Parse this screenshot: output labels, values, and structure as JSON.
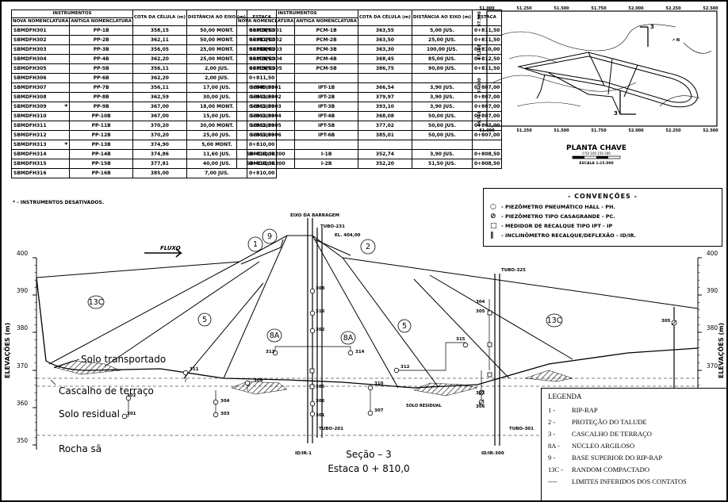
{
  "table_left": {
    "header": {
      "instrumentos": "INSTRUMENTOS",
      "nova": "NOVA NOMENCLATURA",
      "antiga": "ANTIGA NOMENCLATURA",
      "cota": "COTA DA CÉLULA (m)",
      "distancia": "DISTÂNCIA AO EIXO (m)",
      "estaca": "ESTACA"
    },
    "rows": [
      {
        "nova": "SBMDFH301",
        "mark": "",
        "antiga": "PP-1B",
        "cota": "358,15",
        "dist": "50,00 MONT.",
        "estaca": "0+809,50"
      },
      {
        "nova": "SBMDFH302",
        "mark": "",
        "antiga": "PP-2B",
        "cota": "362,11",
        "dist": "50,00 MONT.",
        "estaca": "0+811,50"
      },
      {
        "nova": "SBMDFH303",
        "mark": "",
        "antiga": "PP-3B",
        "cota": "356,05",
        "dist": "25,00 MONT.",
        "estaca": "0+810,00"
      },
      {
        "nova": "SBMDFH304",
        "mark": "",
        "antiga": "PP-4B",
        "cota": "362,20",
        "dist": "25,00 MONT.",
        "estaca": "0+809,50"
      },
      {
        "nova": "SBMDFH305",
        "mark": "",
        "antiga": "PP-5B",
        "cota": "356,11",
        "dist": "2,00 JUS.",
        "estaca": "0+809,50"
      },
      {
        "nova": "SBMDFH306",
        "mark": "",
        "antiga": "PP-6B",
        "cota": "362,20",
        "dist": "2,00 JUS.",
        "estaca": "0+811,50"
      },
      {
        "nova": "SBMDFH307",
        "mark": "",
        "antiga": "PP-7B",
        "cota": "356,11",
        "dist": "17,00 JUS.",
        "estaca": "0+809,50"
      },
      {
        "nova": "SBMDFH308",
        "mark": "",
        "antiga": "PP-8B",
        "cota": "362,59",
        "dist": "30,00 JUS.",
        "estaca": "0+811,50"
      },
      {
        "nova": "SBMDFH309",
        "mark": "*",
        "antiga": "PP-9B",
        "cota": "367,00",
        "dist": "18,00 MONT.",
        "estaca": "0+811,50"
      },
      {
        "nova": "SBMDFH310",
        "mark": "",
        "antiga": "PP-10B",
        "cota": "367,00",
        "dist": "15,00 JUS.",
        "estaca": "0+811,50"
      },
      {
        "nova": "SBMDFH311",
        "mark": "",
        "antiga": "PP-11B",
        "cota": "370,20",
        "dist": "30,00 MONT.",
        "estaca": "0+811,50"
      },
      {
        "nova": "SBMDFH312",
        "mark": "",
        "antiga": "PP-12B",
        "cota": "370,20",
        "dist": "25,00 JUS.",
        "estaca": "0+811,50"
      },
      {
        "nova": "SBMDFH313",
        "mark": "*",
        "antiga": "PP-13B",
        "cota": "374,90",
        "dist": "5,00 MONT.",
        "estaca": "0+810,00"
      },
      {
        "nova": "SBMDFH314",
        "mark": "",
        "antiga": "PP-14B",
        "cota": "374,86",
        "dist": "11,60 JUS.",
        "estaca": "0+810,00"
      },
      {
        "nova": "SBMDFH315",
        "mark": "",
        "antiga": "PP-15B",
        "cota": "377,81",
        "dist": "40,00 JUS.",
        "estaca": "0+810,00"
      },
      {
        "nova": "SBMDFH316",
        "mark": "",
        "antiga": "PP-16B",
        "cota": "385,00",
        "dist": "7,00 JUS.",
        "estaca": "0+810,00"
      }
    ],
    "footnote": "* - INSTRUMENTOS DESATIVADOS."
  },
  "table_right": {
    "rows": [
      {
        "nova": "SBMDPC301",
        "antiga": "PCM-1B",
        "cota": "363,55",
        "dist": "5,00 JUS.",
        "estaca": "0+811,50"
      },
      {
        "nova": "SBMDPC302",
        "antiga": "PCM-2B",
        "cota": "363,50",
        "dist": "25,00 JUS.",
        "estaca": "0+811,50"
      },
      {
        "nova": "SBMDPC303",
        "antiga": "PCM-3B",
        "cota": "363,30",
        "dist": "100,00 JUS.",
        "estaca": "0+810,00"
      },
      {
        "nova": "SBMDPC304",
        "antiga": "PCM-4B",
        "cota": "368,45",
        "dist": "85,00 JUS.",
        "estaca": "0+812,50"
      },
      {
        "nova": "SBMDPC305",
        "antiga": "PCM-5B",
        "cota": "386,75",
        "dist": "90,00 JUS.",
        "estaca": "0+811,50"
      },
      {
        "nova": "",
        "antiga": "",
        "cota": "",
        "dist": "",
        "estaca": ""
      },
      {
        "nova": "SBMDIP301",
        "antiga": "IPT-1B",
        "cota": "366,54",
        "dist": "3,90 JUS.",
        "estaca": "0+807,00"
      },
      {
        "nova": "SBMDIP302",
        "antiga": "IPT-2B",
        "cota": "379,97",
        "dist": "3,90 JUS.",
        "estaca": "0+807,00"
      },
      {
        "nova": "SBMDIP303",
        "antiga": "IPT-3B",
        "cota": "393,10",
        "dist": "3,90 JUS.",
        "estaca": "0+807,00"
      },
      {
        "nova": "SBMDIP304",
        "antiga": "IPT-4B",
        "cota": "368,08",
        "dist": "50,00 JUS.",
        "estaca": "0+807,00"
      },
      {
        "nova": "SBMDIP305",
        "antiga": "IPT-5B",
        "cota": "377,02",
        "dist": "50,00 JUS.",
        "estaca": "0+807,00"
      },
      {
        "nova": "SBMDIP306",
        "antiga": "IPT-6B",
        "cota": "385,01",
        "dist": "50,00 JUS.",
        "estaca": "0+807,00"
      },
      {
        "nova": "",
        "antiga": "",
        "cota": "",
        "dist": "",
        "estaca": ""
      },
      {
        "nova": "SBMDID/IR200",
        "antiga": "I-1B",
        "cota": "352,74",
        "dist": "3,90 JUS.",
        "estaca": "0+808,50"
      },
      {
        "nova": "SBMDID/IR300",
        "antiga": "I-2B",
        "cota": "352,20",
        "dist": "51,50 JUS.",
        "estaca": "0+808,50"
      }
    ]
  },
  "planta": {
    "title": "PLANTA CHAVE",
    "scale_label": "ESCALA 1:15.000",
    "scale_ticks": "0  50 100 150   300",
    "top_coords": [
      "51.000",
      "51.250",
      "51.500",
      "51.750",
      "52.000",
      "52.250",
      "52.500"
    ],
    "bottom_coords": [
      "51.000",
      "51.250",
      "51.500",
      "51.750",
      "52.000",
      "52.250",
      "52.500"
    ],
    "left_coords": [
      "97.500",
      "97.250",
      "97.000",
      "96.750"
    ]
  },
  "convencoes": {
    "title": "- CONVENÇÕES -",
    "items": [
      {
        "symbol": "○",
        "text": "- PIEZÔMETRO PNEUMÁTICO HALL - PH."
      },
      {
        "symbol": "⊘",
        "text": "- PIEZÔMETRO TIPO CASAGRANDE - PC."
      },
      {
        "symbol": "□",
        "text": "- MEDIDOR DE RECALQUE TIPO IPT - IP"
      },
      {
        "symbol": "‖",
        "text": "- INCLINÔMETRO RECALQUE/DEFLEXÃO - ID/IR."
      }
    ]
  },
  "section": {
    "axis_title": "ELEVAÇÕES (m)",
    "y_ticks": [
      "400",
      "390",
      "380",
      "370",
      "360",
      "350"
    ],
    "eixo_label": "EIXO DA BARRAGEM",
    "tubo_231": "TUBO-231",
    "el_404": "EL. 404,00",
    "fluxo": "FLUXO",
    "tubo_325": "TUBO-325",
    "tubo_201": "TUBO-201",
    "tubo_301": "TUBO-301",
    "id_ir_1": "ID/IR-1",
    "id_ir_300": "ID/IR-300",
    "solo_residual_small": "SOLO RESIDUAL",
    "zones": [
      "13C",
      "5",
      "8A",
      "8A",
      "5",
      "13C"
    ],
    "circles": [
      "1",
      "9",
      "2"
    ],
    "left_labels": [
      "Solo transportado",
      "Cascalho de terraço",
      "Solo residual",
      "Rocha sã"
    ],
    "caption1": "Seção – 3",
    "caption2": "Estaca 0 + 810,0",
    "instruments": [
      "302",
      "301",
      "304",
      "303",
      "309",
      "311",
      "313",
      "314",
      "316",
      "308",
      "302",
      "312",
      "315",
      "310",
      "307",
      "306",
      "305",
      "301",
      "304",
      "305",
      "302",
      "306",
      "303",
      "305"
    ]
  },
  "legenda": {
    "title": "LEGENDA",
    "items": [
      {
        "code": "1 -",
        "text": "RIP-RAP"
      },
      {
        "code": "2 -",
        "text": "PROTEÇÃO DO TALUDE"
      },
      {
        "code": "3 -",
        "text": "CASCALHO DE TERRAÇO"
      },
      {
        "code": "8A -",
        "text": "NÚCLEO ARGILOSO"
      },
      {
        "code": "9 -",
        "text": "BASE SUPERIOR DO RIP-RAP"
      },
      {
        "code": "13C -",
        "text": "RANDOM COMPACTADO"
      },
      {
        "code": "----",
        "text": "LIMITES INFERIDOS DOS CONTATOS"
      }
    ]
  }
}
